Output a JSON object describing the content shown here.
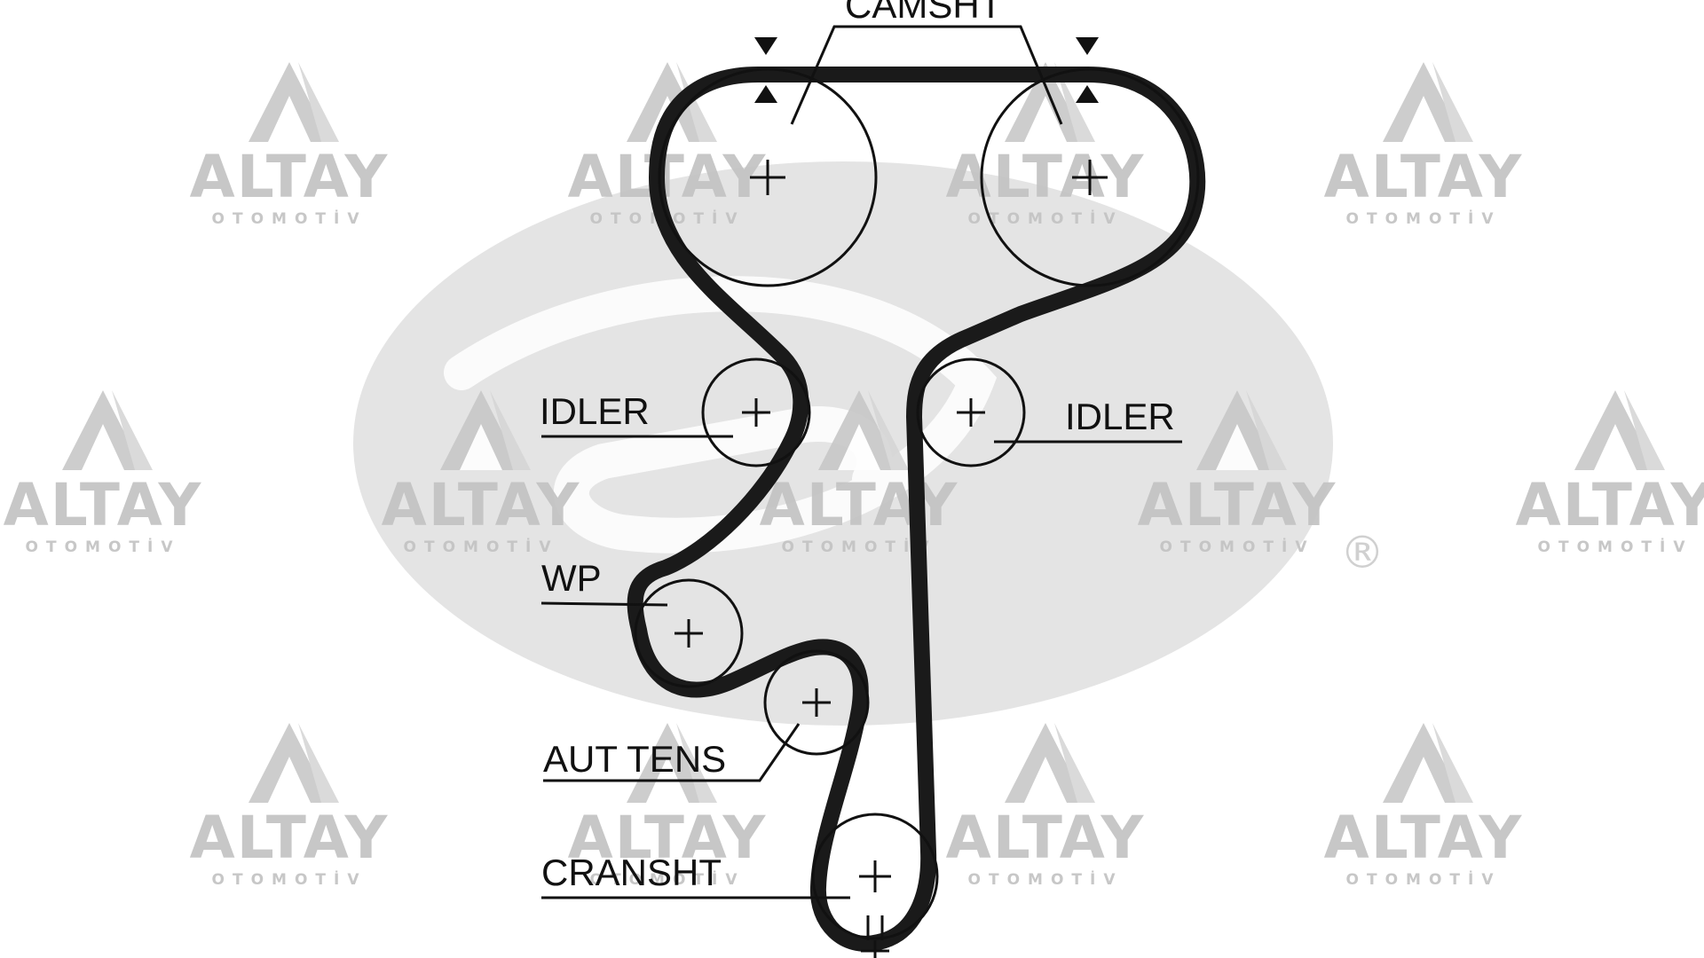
{
  "diagram": {
    "labels": {
      "camshaft": "CAMSHT",
      "idler_left": "IDLER",
      "idler_right": "IDLER",
      "water_pump": "WP",
      "auto_tensioner": "AUT TENS",
      "crankshaft": "CRANSHT"
    },
    "colors": {
      "belt": "#1a1a1a",
      "line": "#111111",
      "background_logo": "#e4e4e4",
      "watermark": "#c2c2c2"
    }
  },
  "watermark": {
    "brand": "ALTAY",
    "subtitle": "OTOMOTİV"
  },
  "background_logo": {
    "registered_mark": "®"
  }
}
